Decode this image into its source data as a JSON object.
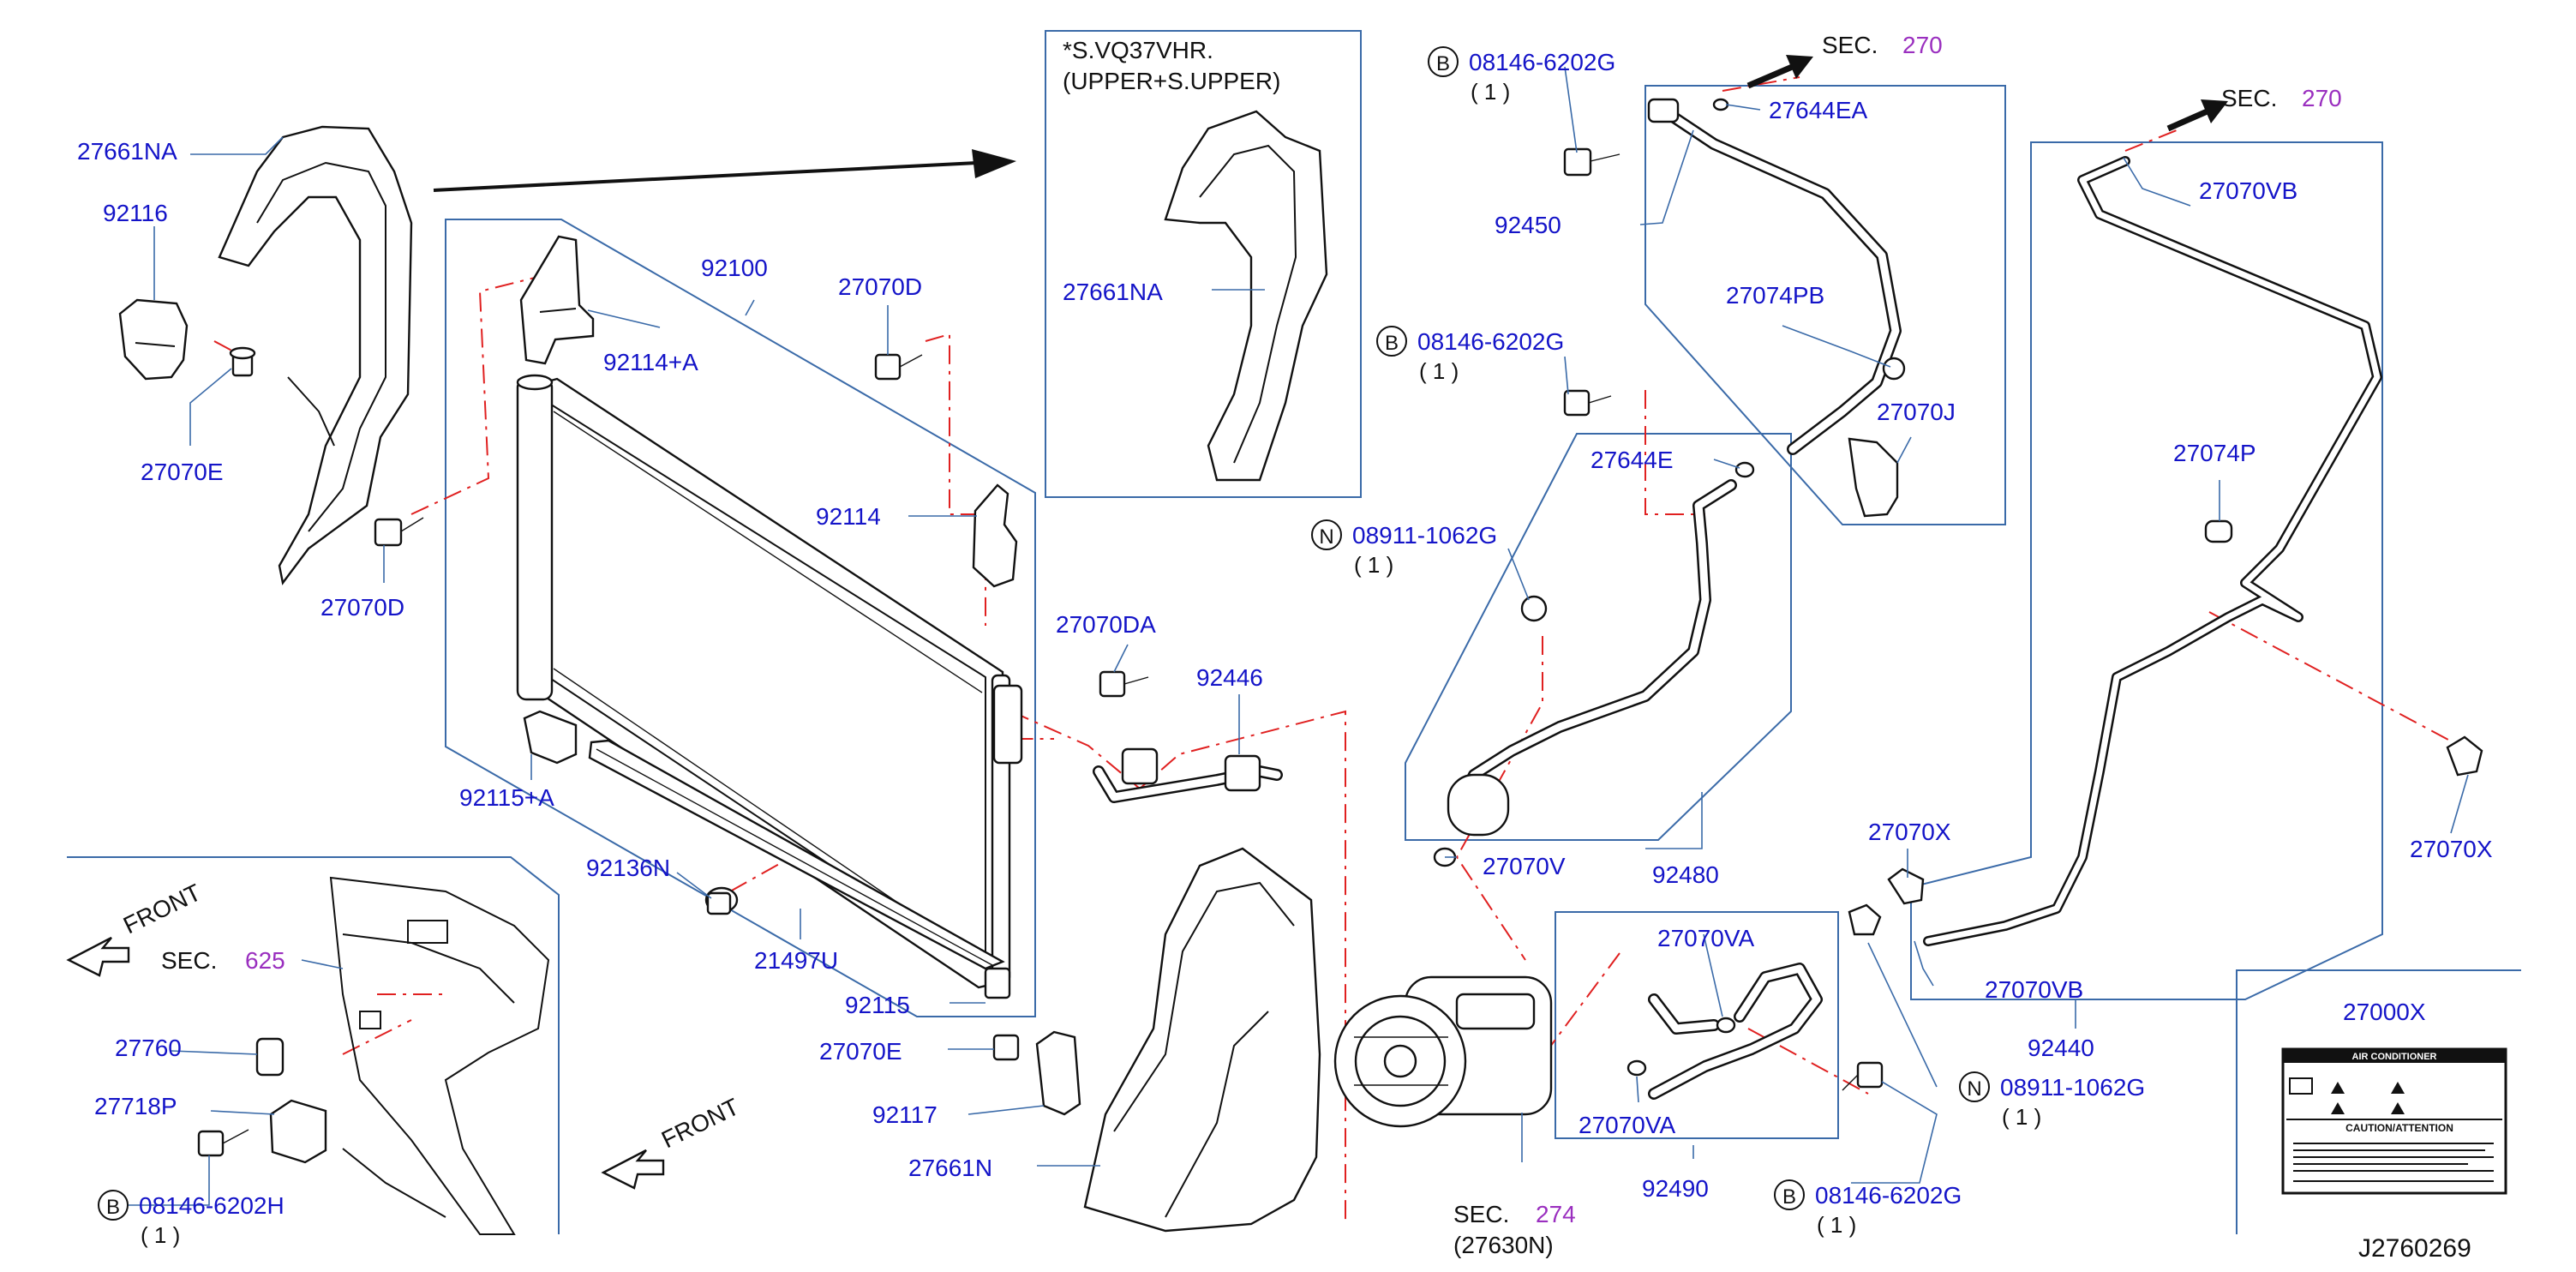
{
  "diagram_id": "J2760269",
  "inset_note": {
    "line1": "*S.VQ37VHR.",
    "line2": "(UPPER+S.UPPER)"
  },
  "front_label": "FRONT",
  "sec_prefix": "SEC.",
  "sections": {
    "sec270_a": "270",
    "sec270_b": "270",
    "sec625": "625",
    "sec274": "274",
    "sec274_sub": "(27630N)"
  },
  "parts": {
    "p27661NA_left": "27661NA",
    "p92116": "92116",
    "p27070E_top": "27070E",
    "p27070D_left": "27070D",
    "p92100": "92100",
    "p27070D_right": "27070D",
    "p92114A": "92114+A",
    "p92114": "92114",
    "p27661NA_inset": "27661NA",
    "p27070DA": "27070DA",
    "p92446": "92446",
    "p92115A": "92115+A",
    "p92136N": "92136N",
    "p21497U": "21497U",
    "p92115": "92115",
    "p27070E_bottom": "27070E",
    "p92117": "92117",
    "p27661N": "27661N",
    "p27644EA": "27644EA",
    "p92450": "92450",
    "p27074PB": "27074PB",
    "p27070J": "27070J",
    "p27644E": "27644E",
    "p92480": "92480",
    "p27070V": "27070V",
    "p27070VA_top": "27070VA",
    "p27070VA_bottom": "27070VA",
    "p92490": "92490",
    "p27070X_mid": "27070X",
    "p27070VB_top": "27070VB",
    "p27074P": "27074P",
    "p27070X_right": "27070X",
    "p27070VB_bottom": "27070VB",
    "p92440": "92440",
    "p27000X": "27000X",
    "p27760": "27760",
    "p27718P": "27718P"
  },
  "fasteners": {
    "b_top": {
      "prefix": "B",
      "number": "08146-6202G",
      "qty": "( 1 )"
    },
    "b_mid": {
      "prefix": "B",
      "number": "08146-6202G",
      "qty": "( 1 )"
    },
    "n_mid": {
      "prefix": "N",
      "number": "08911-1062G",
      "qty": "( 1 )"
    },
    "n_right": {
      "prefix": "N",
      "number": "08911-1062G",
      "qty": "( 1 )"
    },
    "b_bottom": {
      "prefix": "B",
      "number": "08146-6202G",
      "qty": "( 1 )"
    },
    "b_left": {
      "prefix": "B",
      "number": "08146-6202H",
      "qty": "( 1 )"
    }
  },
  "label_plate": {
    "title": "AIR CONDITIONER",
    "caution": "CAUTION/ATTENTION"
  },
  "colors": {
    "part_number": "#1414c8",
    "section_ref": "#9a2fbf",
    "leader": "#3a6aa8",
    "phantom_line": "#e02020"
  }
}
